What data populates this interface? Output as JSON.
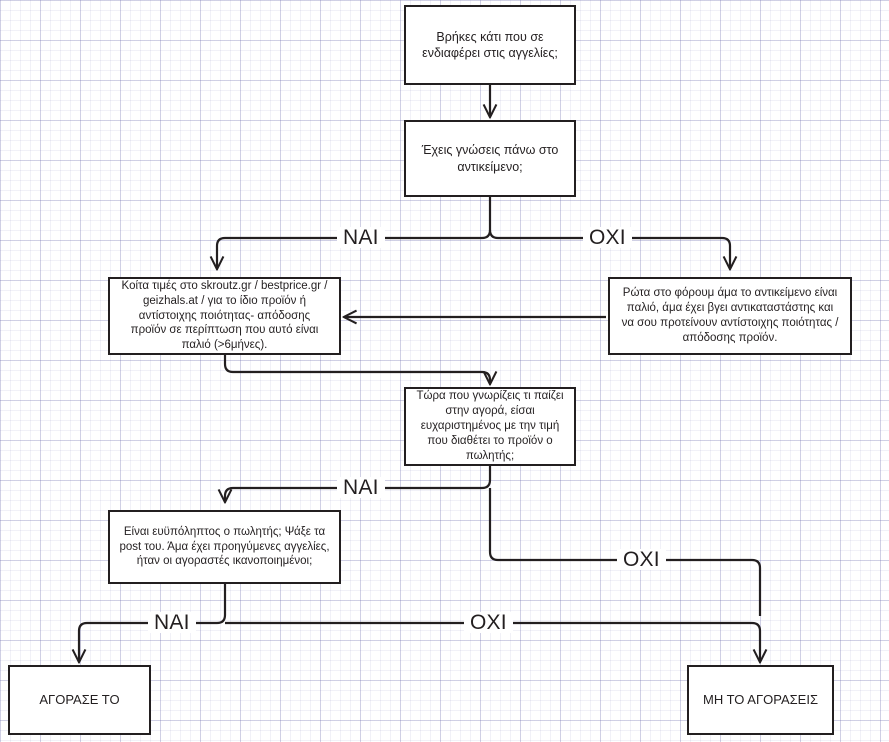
{
  "diagram": {
    "title": "Flowchart: should I buy this classified-ad item?",
    "language": "el",
    "stroke_color": "#231f20",
    "background_color": "#ffffff",
    "grid_color": "#c8c8e0"
  },
  "nodes": {
    "start": {
      "id": "start",
      "label": "Βρήκες κάτι που σε\nενδιαφέρει στις αγγελίες;",
      "type": "decision"
    },
    "knowledge": {
      "id": "knowledge",
      "label": "Έχεις γνώσεις πάνω στο\nαντικείμενο;",
      "type": "decision"
    },
    "compare": {
      "id": "compare",
      "label": "Κοίτα τιμές στο skroutz.gr / bestprice.gr /\ngeizhals.at / για το ίδιο προϊόν ή\nαντίστοιχης ποιότητας- απόδοσης\nπροϊόν σε περίπτωση που αυτό είναι\nπαλιό (>6μήνες).",
      "type": "process"
    },
    "forum": {
      "id": "forum",
      "label": "Ρώτα στο φόρουμ άμα το αντικείμενο είναι\nπαλιό, άμα έχει βγει αντικαταστάστης και\nνα σου προτείνουν αντίστοιχης ποιότητας /\nαπόδοσης προϊόν.",
      "type": "process"
    },
    "price": {
      "id": "price",
      "label": "Τώρα που γνωρίζεις τι παίζει\nστην αγορά, είσαι\nευχαριστημένος με την τιμή\nπου διαθέτει το προϊόν ο\nπωλητής;",
      "type": "decision"
    },
    "seller": {
      "id": "seller",
      "label": "Είναι ευϋπόληπτος ο πωλητής; Ψάξε τα\npost του. Άμα έχει προηγύμενες αγγελίες,\nήταν οι αγοραστές ικανοποιημένοι;",
      "type": "decision"
    },
    "buy": {
      "id": "buy",
      "label": "ΑΓΟΡΑΣΕ ΤΟ",
      "type": "terminal"
    },
    "dontbuy": {
      "id": "dontbuy",
      "label": "ΜΗ ΤΟ ΑΓΟΡΑΣΕΙΣ",
      "type": "terminal"
    }
  },
  "edge_labels": {
    "nai_1": "ΝΑΙ",
    "oxi_1": "ΟΧΙ",
    "nai_2": "ΝΑΙ",
    "oxi_2": "ΟΧΙ",
    "nai_3": "ΝΑΙ",
    "oxi_3": "ΟΧΙ"
  },
  "edges": [
    {
      "from": "start",
      "to": "knowledge",
      "label": ""
    },
    {
      "from": "knowledge",
      "to": "compare",
      "label": "ΝΑΙ"
    },
    {
      "from": "knowledge",
      "to": "forum",
      "label": "ΟΧΙ"
    },
    {
      "from": "forum",
      "to": "compare",
      "label": ""
    },
    {
      "from": "compare",
      "to": "price",
      "label": ""
    },
    {
      "from": "price",
      "to": "seller",
      "label": "ΝΑΙ"
    },
    {
      "from": "price",
      "to": "dontbuy",
      "label": "ΟΧΙ"
    },
    {
      "from": "seller",
      "to": "buy",
      "label": "ΝΑΙ"
    },
    {
      "from": "seller",
      "to": "dontbuy",
      "label": "ΟΧΙ"
    }
  ]
}
